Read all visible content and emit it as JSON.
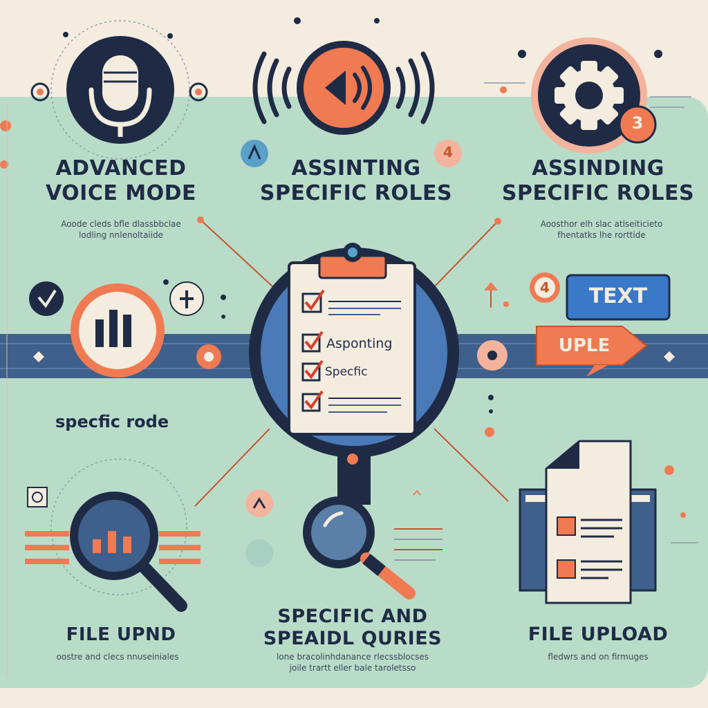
{
  "panels": {
    "voice": {
      "title_line1": "ADVANCED",
      "title_line2": "VOICE MODE",
      "desc_line1": "Aoode cleds bfle dlassbbclae",
      "desc_line2": "lodling nnlenoltaiide"
    },
    "roles_center": {
      "title_line1": "ASSINTING",
      "title_line2": "SPECIFIC ROLES",
      "badge": "4"
    },
    "roles_right": {
      "title_line1": "ASSINDING",
      "title_line2": "SPECIFIC ROLES",
      "desc_line1": "Aoosthor elh slac atlseiticieto",
      "desc_line2": "fhentatks lhe rorttide",
      "badge": "3"
    },
    "specific_role": {
      "label": "specfic rode"
    },
    "text_badge": {
      "number": "4",
      "label": "TEXT",
      "upload_label": "UPLE"
    },
    "clipboard": {
      "item1": "Asponting",
      "item2": "Specfic"
    },
    "file_upnd": {
      "title": "FILE UPND",
      "desc": "oostre and clecs nnuseiniales"
    },
    "queries": {
      "title_line1": "SPECIFIC AND",
      "title_line2": "SPEAIDL QURIES",
      "desc_line1": "lone bracolinhdanance rlecssblocses",
      "desc_line2": "joile trartt eller bale taroletsso"
    },
    "file_upload": {
      "title": "FILE UPLOAD",
      "desc": "fledwrs and on firmuges"
    }
  },
  "colors": {
    "navy": "#1f2b45",
    "orange": "#f07a52",
    "mint": "#b9dcc9",
    "cream": "#f3ecdf",
    "blue": "#3f5f8c"
  }
}
